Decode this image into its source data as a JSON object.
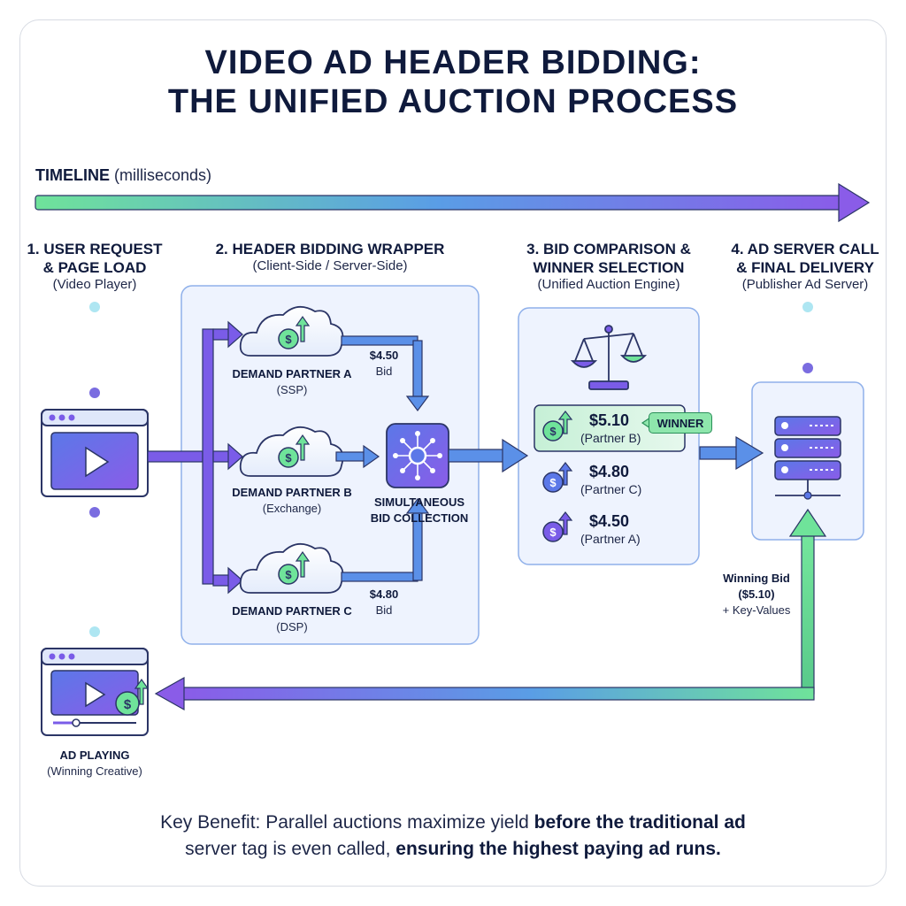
{
  "title": {
    "line1": "VIDEO AD HEADER BIDDING:",
    "line2": "THE UNIFIED AUCTION PROCESS"
  },
  "timeline": {
    "label_bold": "TIMELINE",
    "label_rest": "(milliseconds)"
  },
  "phases": [
    {
      "title1": "1. USER REQUEST",
      "title2": "& PAGE LOAD",
      "subtitle": "(Video Player)"
    },
    {
      "title1": "2. HEADER BIDDING WRAPPER",
      "subtitle": "(Client-Side / Server-Side)"
    },
    {
      "title1": "3. BID COMPARISON &",
      "title2": "WINNER SELECTION",
      "subtitle": "(Unified Auction Engine)"
    },
    {
      "title1": "4. AD SERVER CALL",
      "title2": "& FINAL DELIVERY",
      "subtitle": "(Publisher Ad Server)"
    }
  ],
  "partners": [
    {
      "name": "DEMAND PARTNER A",
      "type": "(SSP)",
      "bid": "$4.50",
      "bid_label": "Bid"
    },
    {
      "name": "DEMAND PARTNER B",
      "type": "(Exchange)"
    },
    {
      "name": "DEMAND PARTNER C",
      "type": "(DSP)",
      "bid": "$4.80",
      "bid_label": "Bid"
    }
  ],
  "collection": {
    "line1": "SIMULTANEOUS",
    "line2": "BID COLLECTION"
  },
  "ranking": [
    {
      "price": "$5.10",
      "partner": "(Partner B)",
      "badge": "WINNER"
    },
    {
      "price": "$4.80",
      "partner": "(Partner C)"
    },
    {
      "price": "$4.50",
      "partner": "(Partner A)"
    }
  ],
  "winning_bid": {
    "line1": "Winning Bid",
    "line2": "($5.10)",
    "line3": "+ Key-Values"
  },
  "ad_playing": {
    "title": "AD PLAYING",
    "subtitle": "(Winning Creative)"
  },
  "benefit": {
    "part1": "Key Benefit: Parallel auctions maximize yield ",
    "part2": "before the traditional ad",
    "part3": "server tag is even called,",
    "part4": " ensuring the highest paying ad runs."
  },
  "icons": {
    "video-player": "video-player-icon",
    "cloud": "cloud-icon",
    "dollar-up": "dollar-up-icon",
    "hub": "hub-icon",
    "scale": "scale-icon",
    "server": "server-icon",
    "play": "play-icon"
  },
  "colors": {
    "navy": "#0f1a3c",
    "purple": "#7a5ce8",
    "blue": "#4d8ae0",
    "green": "#5fdc8f",
    "panel": "#eef3fe"
  }
}
